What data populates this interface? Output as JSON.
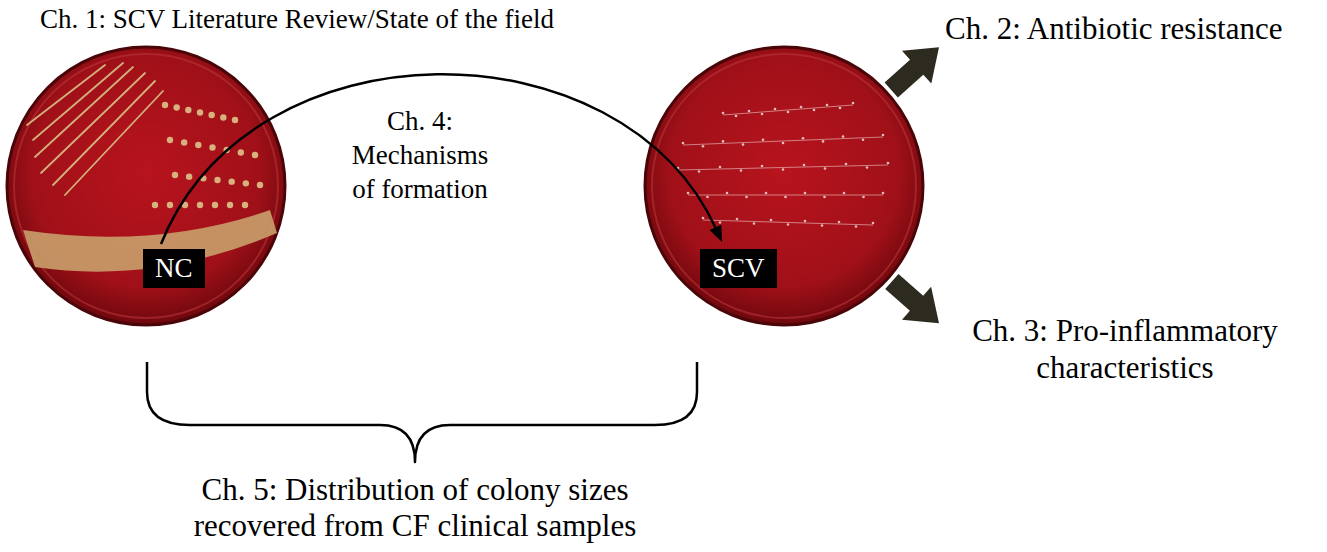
{
  "diagram": {
    "nodes": [
      {
        "text": [
          "NC"
        ]
      },
      {
        "text": [
          "SCV"
        ]
      },
      {
        "text": [
          "Ch. 2: Antibiotic resistance"
        ]
      },
      {
        "text": [
          "Ch. 3: Pro-inflammatory characteristics"
        ]
      }
    ],
    "edges": [
      {
        "from": 0,
        "to": 1,
        "label": "Ch. 4: Mechanisms of formation",
        "arrow": "to"
      },
      {
        "from": 1,
        "to": 2,
        "arrow": "to"
      },
      {
        "from": 1,
        "to": 3,
        "arrow": "to"
      }
    ],
    "labels": [
      "Ch. 1: SCV Literature Review/State of the field",
      "Ch. 5: Distribution of colony sizes recovered from CF clinical samples"
    ]
  }
}
